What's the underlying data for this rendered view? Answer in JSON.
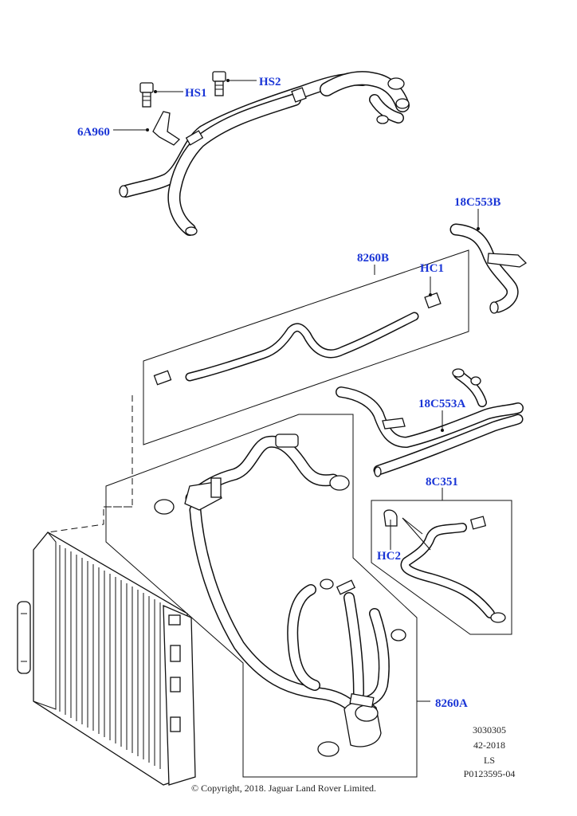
{
  "labels": {
    "hs1": "HS1",
    "hs2": "HS2",
    "bracket": "6A960",
    "hose_upper": "18C553B",
    "hose_b": "8260B",
    "clip_hc1": "HC1",
    "hose_upper_a": "18C553A",
    "hose_bypass": "8C351",
    "clip_hc2": "HC2",
    "hose_a": "8260A"
  },
  "reference": {
    "line1": "3030305",
    "line2": "42-2018",
    "line3": "LS",
    "line4": "P0123595-04"
  },
  "copyright": "© Copyright, 2018. Jaguar Land Rover Limited.",
  "colors": {
    "label_blue": "#1a35d6",
    "line_black": "#111111",
    "background": "#ffffff"
  }
}
